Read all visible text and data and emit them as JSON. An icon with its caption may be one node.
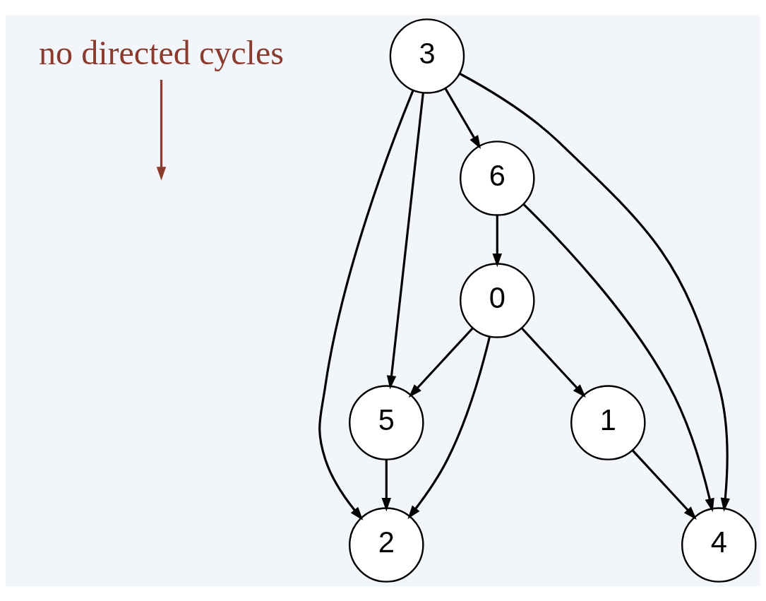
{
  "diagram": {
    "nodes": [
      {
        "text": [
          "no directed cycles"
        ]
      },
      {
        "text": [
          "0"
        ]
      },
      {
        "text": [
          "2"
        ]
      },
      {
        "text": [
          "5"
        ]
      },
      {
        "text": [
          "1"
        ]
      },
      {
        "text": [
          "3"
        ]
      },
      {
        "text": [
          "4"
        ]
      },
      {
        "text": [
          "6"
        ]
      }
    ],
    "edges": [
      {
        "from": 1,
        "to": 2,
        "arrow": "to"
      },
      {
        "from": 1,
        "to": 3,
        "arrow": "to"
      },
      {
        "from": 1,
        "to": 4,
        "arrow": "to"
      },
      {
        "from": 3,
        "to": 2,
        "arrow": "to"
      },
      {
        "from": 4,
        "to": 6,
        "arrow": "to"
      },
      {
        "from": 5,
        "to": 2,
        "arrow": "to"
      },
      {
        "from": 5,
        "to": 3,
        "arrow": "to"
      },
      {
        "from": 5,
        "to": 6,
        "arrow": "to"
      },
      {
        "from": 5,
        "to": 7,
        "arrow": "to"
      },
      {
        "from": 7,
        "to": 6,
        "arrow": "to"
      },
      {
        "from": 7,
        "to": 1,
        "arrow": "to"
      },
      {
        "from": 0,
        "to": null,
        "arrow": "to",
        "color": "#8b3a2e"
      }
    ]
  }
}
